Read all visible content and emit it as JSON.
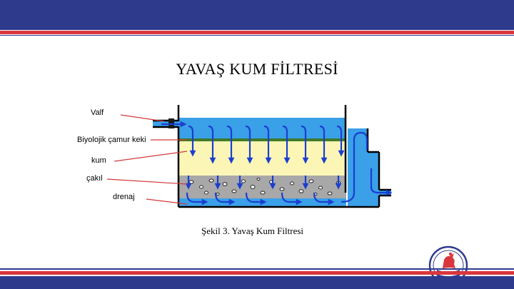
{
  "title": "YAVAŞ KUM FİLTRESİ",
  "caption": "Şekil 3. Yavaş Kum Filtresi",
  "labels": {
    "valve": "Valf",
    "biofilm": "Biyolojik çamur keki",
    "sand": "kum",
    "gravel": "çakıl",
    "drain": "drenaj"
  },
  "colors": {
    "band_blue": "#2e3a8c",
    "band_red": "#d9373d",
    "water": "#3aa0e8",
    "sand": "#fbf6b6",
    "biofilm": "#3f7a2c",
    "gravel": "#a8a8a8",
    "arrow": "#1a3fd0",
    "leader": "#d23a3a"
  }
}
